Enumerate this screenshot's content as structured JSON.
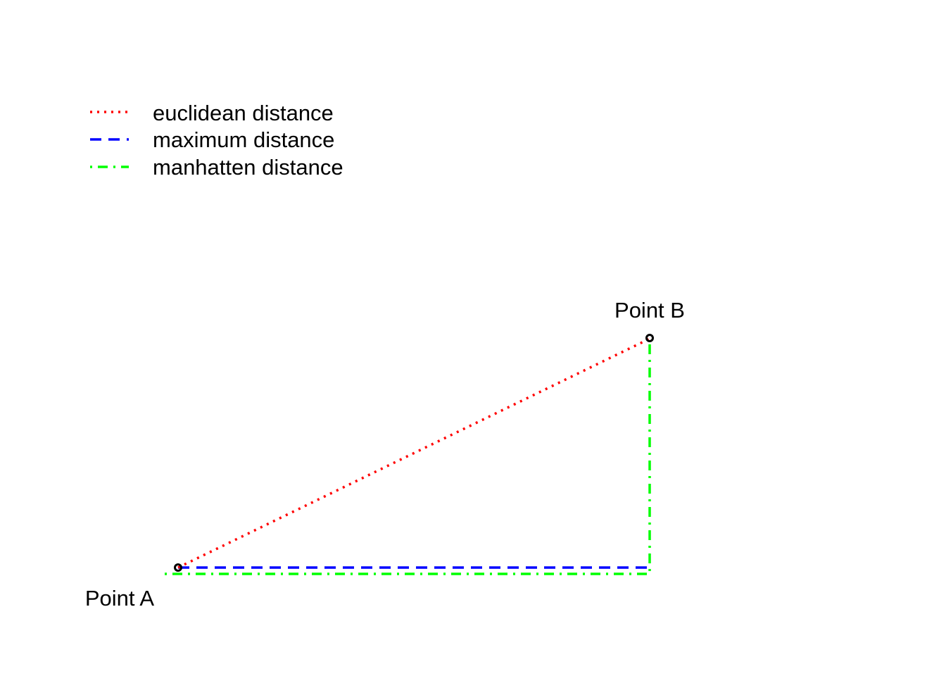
{
  "legend": {
    "items": [
      {
        "label": "euclidean distance",
        "color": "#ff0000",
        "style": "dotted"
      },
      {
        "label": "maximum distance",
        "color": "#0000ff",
        "style": "dashed"
      },
      {
        "label": "manhatten distance",
        "color": "#00ff00",
        "style": "dot-dash"
      }
    ]
  },
  "points": {
    "a": {
      "label": "Point A"
    },
    "b": {
      "label": "Point B"
    }
  }
}
